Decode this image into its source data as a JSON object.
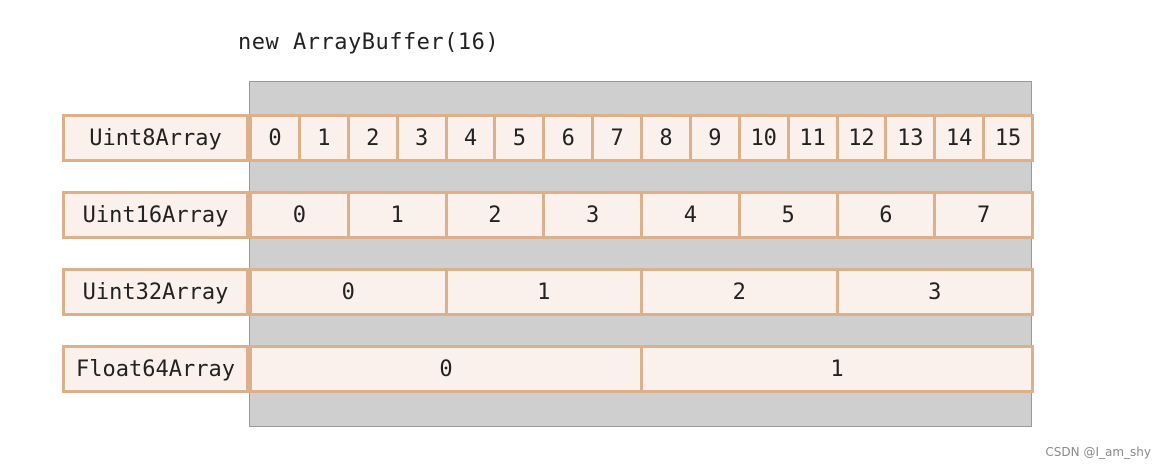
{
  "title": "new ArrayBuffer(16)",
  "rows": [
    {
      "label": "Uint8Array",
      "cells": [
        "0",
        "1",
        "2",
        "3",
        "4",
        "5",
        "6",
        "7",
        "8",
        "9",
        "10",
        "11",
        "12",
        "13",
        "14",
        "15"
      ]
    },
    {
      "label": "Uint16Array",
      "cells": [
        "0",
        "1",
        "2",
        "3",
        "4",
        "5",
        "6",
        "7"
      ]
    },
    {
      "label": "Uint32Array",
      "cells": [
        "0",
        "1",
        "2",
        "3"
      ]
    },
    {
      "label": "Float64Array",
      "cells": [
        "0",
        "1"
      ]
    }
  ],
  "watermark": "CSDN @I_am_shy",
  "colors": {
    "buffer_fill": "#cfcfcf",
    "buffer_border": "#999999",
    "cell_fill": "#fbf1ec",
    "cell_border": "#ddb08a",
    "text": "#222222"
  }
}
